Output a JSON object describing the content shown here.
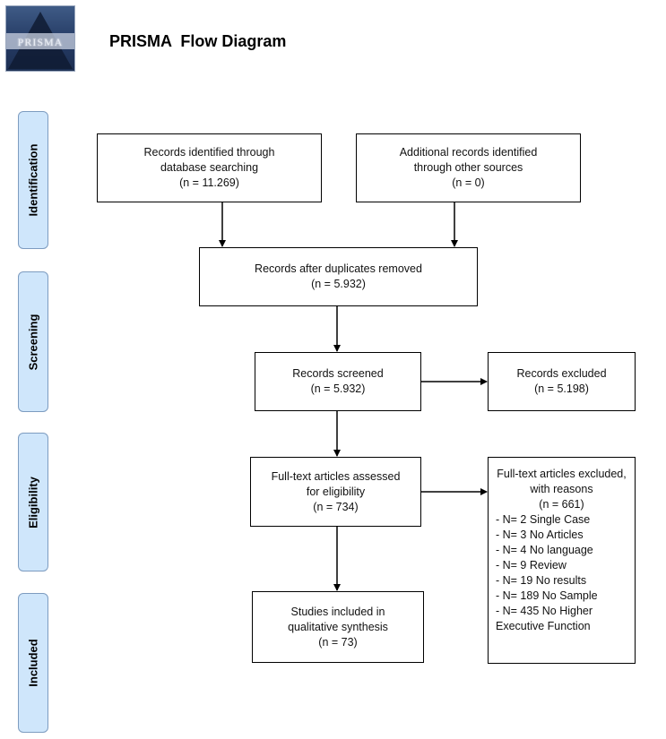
{
  "header": {
    "logo_text": "PRISMA",
    "title": "PRISMA  Flow Diagram"
  },
  "phases": {
    "identification": "Identification",
    "screening": "Screening",
    "eligibility": "Eligibility",
    "included": "Included"
  },
  "boxes": {
    "database": [
      "Records identified through",
      "database searching",
      "(n = 11.269)"
    ],
    "other_sources": [
      "Additional records identified",
      "through other sources",
      "(n = 0)"
    ],
    "duplicates_removed": [
      "Records after duplicates removed",
      "(n = 5.932)"
    ],
    "screened": [
      "Records screened",
      "(n = 5.932)"
    ],
    "excluded": [
      "Records excluded",
      "(n = 5.198)"
    ],
    "fulltext_assessed": [
      "Full-text articles assessed",
      "for eligibility",
      "(n = 734)"
    ],
    "fulltext_excluded": {
      "heading": [
        "Full-text articles excluded,",
        "with reasons",
        "(n = 661)"
      ],
      "reasons": [
        "- N= 2 Single Case",
        "- N= 3 No Articles",
        "- N= 4 No language",
        "- N= 9 Review",
        "- N= 19 No results",
        "- N= 189 No Sample",
        "- N= 435 No Higher",
        "Executive Function"
      ]
    },
    "included": [
      "Studies included in",
      "qualitative synthesis",
      "(n = 73)"
    ]
  }
}
